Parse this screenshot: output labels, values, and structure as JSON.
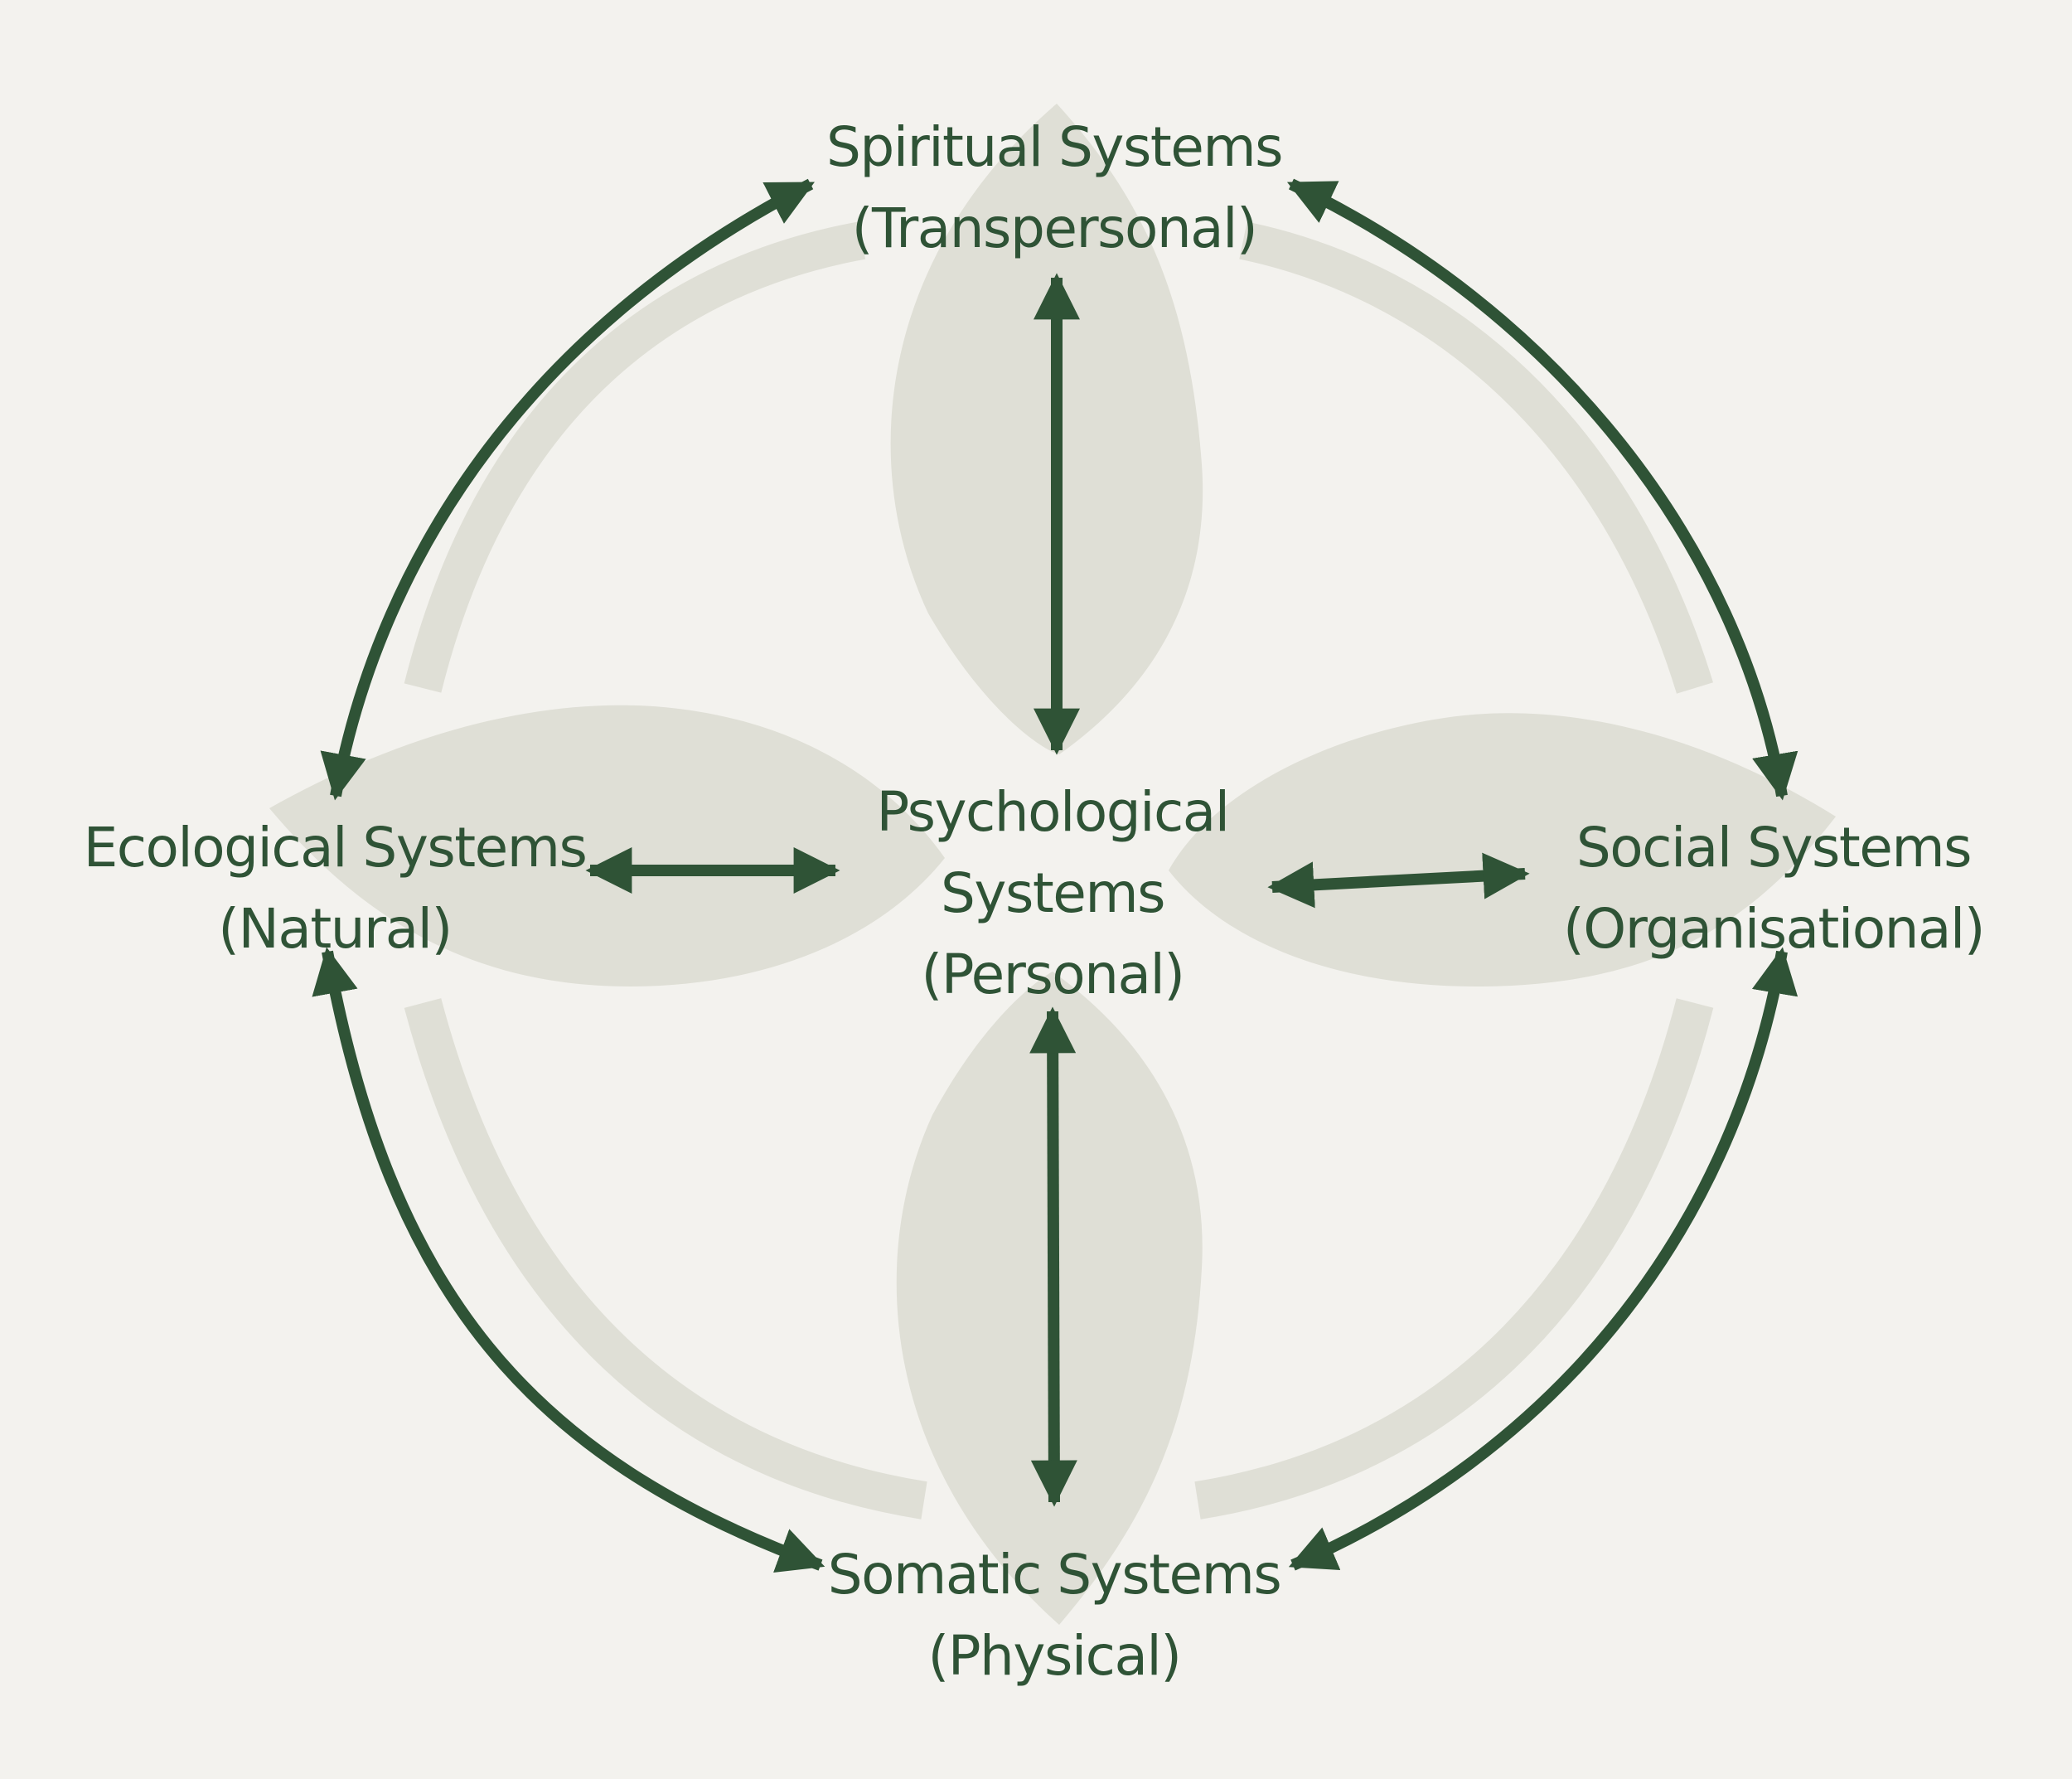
{
  "colors": {
    "background": "#f3f2ee",
    "accent": "#2f5336",
    "decoration": "#dfdfd6"
  },
  "nodes": {
    "spiritual": {
      "line1": "Spiritual Systems",
      "line2": "(Transpersonal)"
    },
    "ecological": {
      "line1": "Ecological Systems",
      "line2": "(Natural)"
    },
    "psychological": {
      "line1": "Psychological",
      "line2": "Systems",
      "line3": "(Personal)"
    },
    "social": {
      "line1": "Social Systems",
      "line2": "(Organisational)"
    },
    "somatic": {
      "line1": "Somatic Systems",
      "line2": "(Physical)"
    }
  }
}
